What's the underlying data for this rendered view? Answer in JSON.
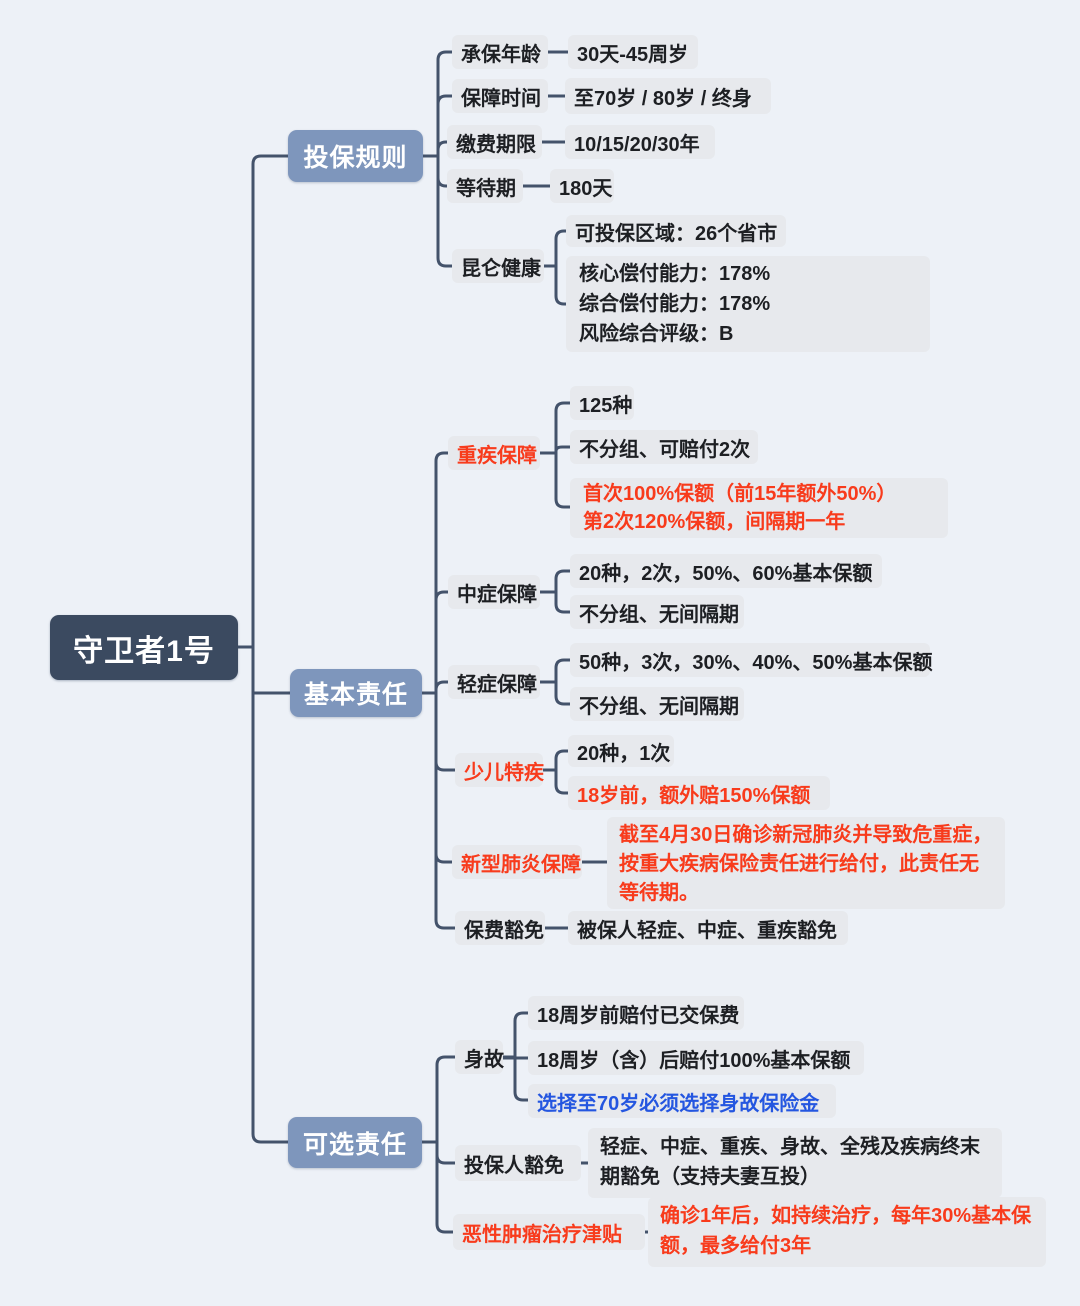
{
  "map": {
    "root_label": "守卫者1号",
    "rule": {
      "label": "投保规则",
      "age_label": "承保年龄",
      "age_value": "30天-45周岁",
      "period_label": "保障时间",
      "period_value": "至70岁 / 80岁 / 终身",
      "payment_label": "缴费期限",
      "payment_value": "10/15/20/30年",
      "waiting_label": "等待期",
      "waiting_value": "180天",
      "insurer_label": "昆仑健康",
      "insurer_region": "可投保区域：26个省市",
      "insurer_stats": [
        "核心偿付能力：178%",
        "综合偿付能力：178%",
        "风险综合评级：B"
      ]
    },
    "basic": {
      "label": "基本责任",
      "critical_label": "重疾保障",
      "critical_count": "125种",
      "critical_group": "不分组、可赔付2次",
      "critical_payout": [
        "首次100%保额（前15年额外50%）",
        "第2次120%保额，间隔期一年"
      ],
      "moderate_label": "中症保障",
      "moderate_terms": "20种，2次，50%、60%基本保额",
      "moderate_group": "不分组、无间隔期",
      "mild_label": "轻症保障",
      "mild_terms": "50种，3次，30%、40%、50%基本保额",
      "mild_group": "不分组、无间隔期",
      "child_label": "少儿特疾",
      "child_terms": "20种，1次",
      "child_bonus": "18岁前，额外赔150%保额",
      "covid_label": "新型肺炎保障",
      "covid_terms": "截至4月30日确诊新冠肺炎并导致危重症，按重大疾病保险责任进行给付，此责任无等待期。",
      "waiver_label": "保费豁免",
      "waiver_terms": "被保人轻症、中症、重疾豁免"
    },
    "optional": {
      "label": "可选责任",
      "death_label": "身故",
      "death_minor": "18周岁前赔付已交保费",
      "death_adult": "18周岁（含）后赔付100%基本保额",
      "death_note": "选择至70岁必须选择身故保险金",
      "holder_waiver_label": "投保人豁免",
      "holder_waiver_terms": "轻症、中症、重疾、身故、全残及疾病终末期豁免（支持夫妻互投）",
      "cancer_label": "恶性肿瘤治疗津贴",
      "cancer_terms": "确诊1年后，如持续治疗，每年30%基本保额，最多给付3年"
    },
    "colors": {
      "background": "#edf1f7",
      "root_fill": "#3b4a60",
      "branch_fill": "#7e96bc",
      "chip_fill": "#e7e9ed",
      "text_dark": "#1d1f23",
      "text_red": "#f83b1c",
      "text_blue": "#2456e0",
      "connector": "#44536b"
    }
  }
}
